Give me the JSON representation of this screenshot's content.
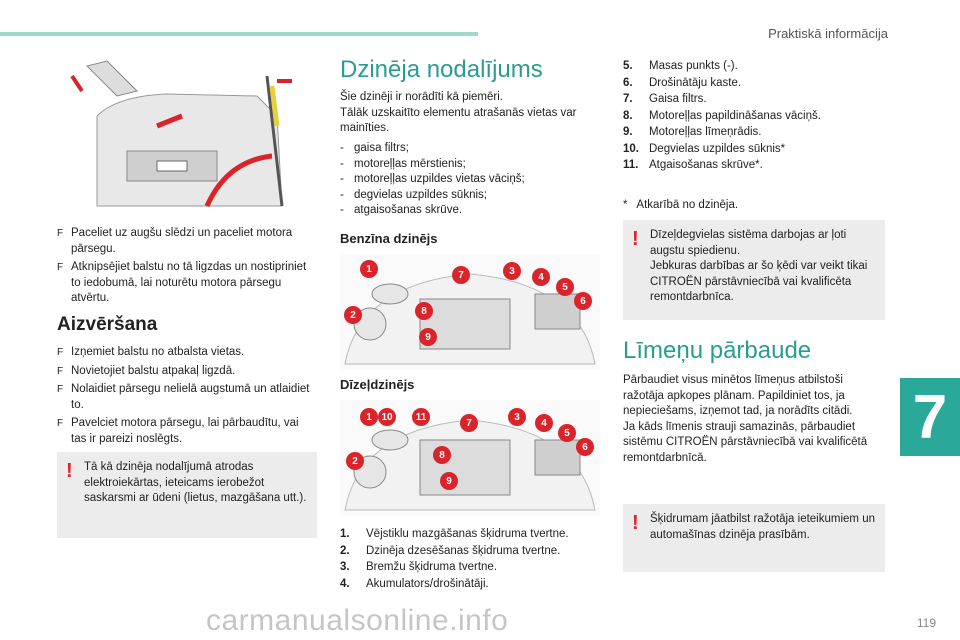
{
  "header": {
    "section": "Praktiskā informācija",
    "chapter": "7",
    "page": "119",
    "watermark": "carmanualsonline.info"
  },
  "left": {
    "bullets_open": [
      "Paceliet uz augšu slēdzi un paceliet motora pārsegu.",
      "Atknipsējiet balstu no tā ligzdas un nostipriniet to iedobumā, lai noturētu motora pārsegu atvērtu."
    ],
    "close_title": "Aizvēršana",
    "bullets_close": [
      "Izņemiet balstu no atbalsta vietas.",
      "Novietojiet balstu atpakaļ ligzdā.",
      "Nolaidiet pārsegu nelielā augstumā un atlaidiet to.",
      "Pavelciet motora pārsegu, lai pārbaudītu, vai tas ir pareizi noslēgts."
    ],
    "warning": "Tā kā dzinēja nodalījumā atrodas elektroiekārtas, ieteicams ierobežot saskarsmi ar ūdeni (lietus, mazgāšana utt.)."
  },
  "middle": {
    "title": "Dzinēja nodalījums",
    "intro": "Šie dzinēji ir norādīti kā piemēri.\nTālāk uzskaitīto elementu atrašanās vietas var mainīties.",
    "dash_items": [
      "gaisa filtrs;",
      "motoreļļas mērstienis;",
      "motoreļļas uzpildes vietas vāciņš;",
      "degvielas uzpildes sūknis;",
      "atgaisošanas skrūve."
    ],
    "petrol_title": "Benzīna dzinējs",
    "diesel_title": "Dīzeļdzinējs",
    "petrol_callouts": [
      "1",
      "7",
      "3",
      "4",
      "5",
      "6",
      "8",
      "2",
      "9"
    ],
    "diesel_callouts": [
      "1",
      "10",
      "11",
      "7",
      "3",
      "4",
      "5",
      "6",
      "8",
      "2",
      "9"
    ],
    "list": [
      {
        "num": "1.",
        "text": "Vējstiklu mazgāšanas šķidruma tvertne."
      },
      {
        "num": "2.",
        "text": "Dzinēja dzesēšanas šķidruma tvertne."
      },
      {
        "num": "3.",
        "text": "Bremžu šķidruma tvertne."
      },
      {
        "num": "4.",
        "text": "Akumulators/drošinātāji."
      }
    ]
  },
  "right": {
    "list": [
      {
        "num": "5.",
        "text": "Masas punkts (-)."
      },
      {
        "num": "6.",
        "text": "Drošinātāju kaste."
      },
      {
        "num": "7.",
        "text": "Gaisa filtrs."
      },
      {
        "num": "8.",
        "text": "Motoreļļas papildināšanas vāciņš."
      },
      {
        "num": "9.",
        "text": "Motoreļļas līmeņrādis."
      },
      {
        "num": "10.",
        "text": "Degvielas uzpildes sūknis*"
      },
      {
        "num": "11.",
        "text": "Atgaisošanas skrūve*."
      }
    ],
    "footnote": "*   Atkarībā no dzinēja.",
    "warning": "Dīzeļdegvielas sistēma darbojas ar ļoti augstu spiedienu.\nJebkuras darbības ar šo ķēdi var veikt tikai CITROËN pārstāvniecībā vai kvalificēta remontdarbnīca.",
    "levels_title": "Līmeņu pārbaude",
    "levels_text": "Pārbaudiet visus minētos līmeņus atbilstoši ražotāja apkopes plānam. Papildiniet tos, ja nepieciešams, izņemot tad, ja norādīts citādi.\nJa kāds līmenis strauji samazinās, pārbaudiet sistēmu CITROËN pārstāvniecībā vai kvalificētā remontdarbnīcā.",
    "warning2": "Šķidrumam jāatbilst ražotāja ieteikumiem un automašīnas dzinēja prasībām."
  },
  "colors": {
    "accent": "#2aa89a",
    "warn_red": "#e0222c",
    "callout_red": "#d9242b",
    "box_grey": "#ececec"
  }
}
